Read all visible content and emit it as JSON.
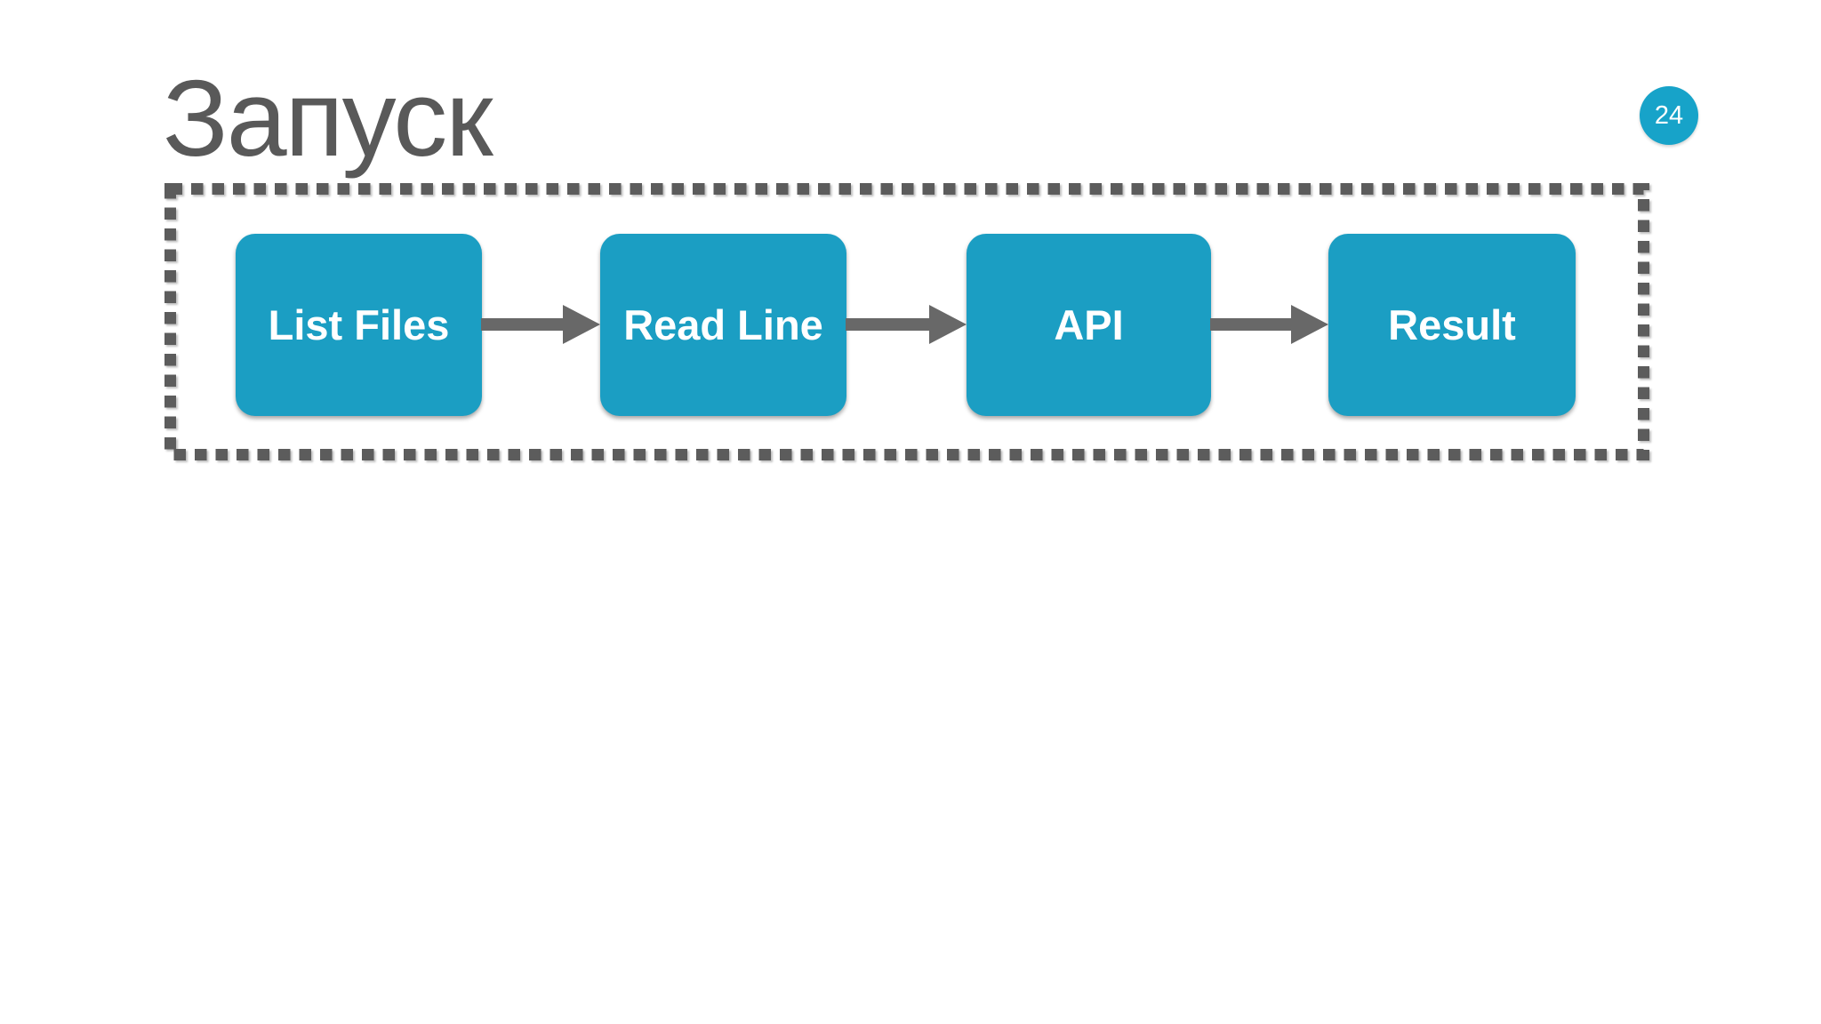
{
  "slide": {
    "title": "Запуск",
    "page_number": "24"
  },
  "flow": {
    "steps": [
      {
        "label": "List Files"
      },
      {
        "label": "Read Line"
      },
      {
        "label": "API"
      },
      {
        "label": "Result"
      }
    ],
    "connector_icon": "arrow-right-icon",
    "group_border_style": "dashed"
  },
  "colors": {
    "node_fill": "#1b9ec3",
    "node_text": "#ffffff",
    "badge_fill": "#17a3c9",
    "arrow": "#686868",
    "dash_border": "#5c5c5c",
    "title_text": "#595959",
    "background": "#ffffff"
  }
}
